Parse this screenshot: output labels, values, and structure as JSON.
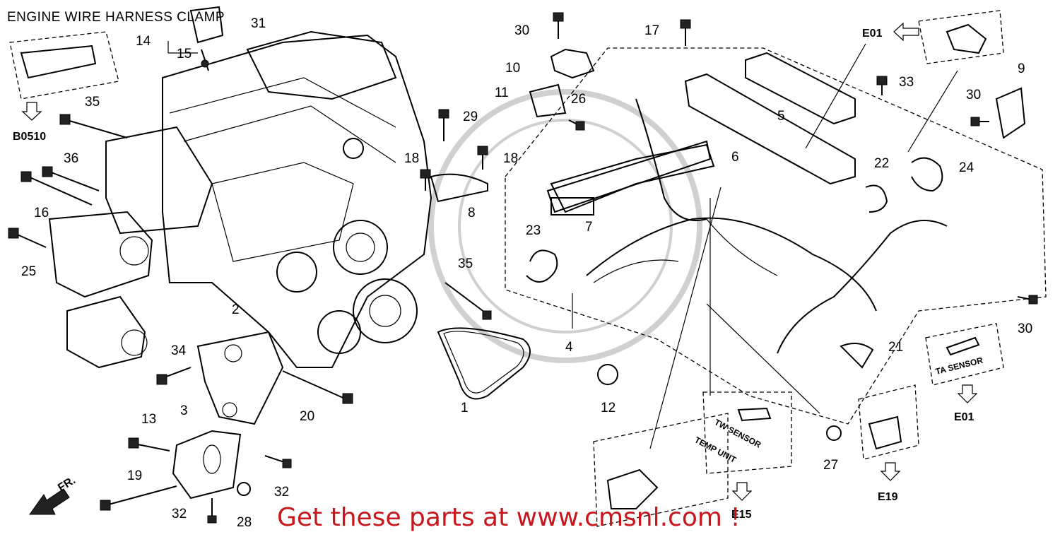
{
  "title": "ENGINE WIRE HARNESS CLAMP",
  "promo": "Get these parts at www.cmsnl.com !",
  "refs": {
    "b0510": "B0510",
    "e01_top": "E01",
    "e01_bottom": "E01",
    "e15": "E15",
    "e19": "E19"
  },
  "sensor_labels": {
    "ta_sensor": "TA SENSOR",
    "tw_sensor": "TW SENSOR",
    "temp_unit": "TEMP UNIT"
  },
  "orientation_label": "FR.",
  "callouts": {
    "c1": "1",
    "c2": "2",
    "c3": "3",
    "c4": "4",
    "c5": "5",
    "c6": "6",
    "c7": "7",
    "c8": "8",
    "c9": "9",
    "c10": "10",
    "c11": "11",
    "c12": "12",
    "c13": "13",
    "c14": "14",
    "c15": "15",
    "c16": "16",
    "c17": "17",
    "c18a": "18",
    "c18b": "18",
    "c19": "19",
    "c20": "20",
    "c21": "21",
    "c22": "22",
    "c23": "23",
    "c24": "24",
    "c25": "25",
    "c26": "26",
    "c27": "27",
    "c28": "28",
    "c29": "29",
    "c30a": "30",
    "c30b": "30",
    "c30c": "30",
    "c31": "31",
    "c32a": "32",
    "c32b": "32",
    "c33": "33",
    "c34": "34",
    "c35a": "35",
    "c35b": "35",
    "c36": "36"
  }
}
